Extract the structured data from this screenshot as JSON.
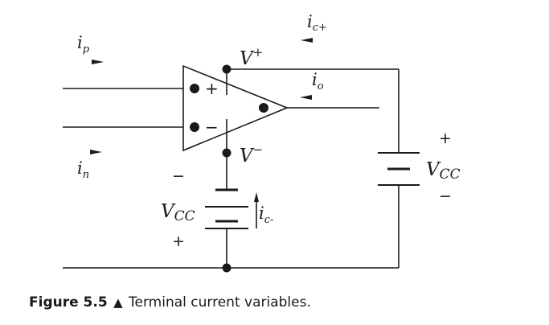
{
  "diagram": {
    "labels": {
      "i_p": {
        "base": "i",
        "sub": "p"
      },
      "i_n": {
        "base": "i",
        "sub": "n"
      },
      "i_o": {
        "base": "i",
        "sub": "o"
      },
      "i_c_plus": {
        "base": "i",
        "sub": "c+"
      },
      "i_c_minus": {
        "base": "i",
        "sub": "c-"
      },
      "v_plus": {
        "base": "V",
        "sup": "+"
      },
      "v_minus": {
        "base": "V",
        "sup": "−"
      },
      "vcc_left": {
        "base": "V",
        "sub": "CC"
      },
      "vcc_right": {
        "base": "V",
        "sub": "CC"
      }
    },
    "opamp_inputs": {
      "noninverting": "+",
      "inverting": "−"
    },
    "source_signs": {
      "left_top": "−",
      "left_bottom": "+",
      "right_top": "+",
      "right_bottom": "−"
    }
  },
  "caption": {
    "figure_number": "Figure 5.5",
    "marker": "▲",
    "text": "Terminal current variables."
  }
}
